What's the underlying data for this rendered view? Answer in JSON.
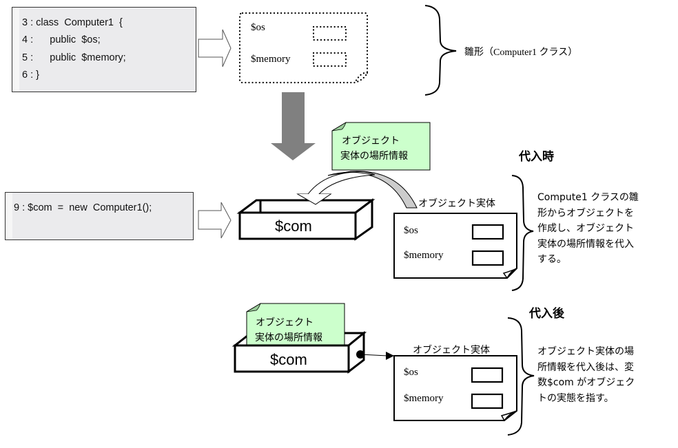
{
  "code_block_class": {
    "lines": [
      "3 : class  Computer1  {",
      "4 :      public  $os;",
      "5 :      public  $memory;",
      "6 : }"
    ]
  },
  "code_block_new": {
    "lines": [
      "9 : $com  =  new  Computer1();"
    ]
  },
  "template": {
    "fields": [
      "$os",
      "$memory"
    ],
    "brace_label": "雛形（Computer1 クラス）"
  },
  "location_note": {
    "line1": "オブジェクト",
    "line2": "実体の場所情報"
  },
  "variable_box_label": "$com",
  "object_entity": {
    "title": "オブジェクト実体",
    "fields": [
      "$os",
      "$memory"
    ]
  },
  "section_assign": {
    "heading": "代入時",
    "description": [
      "Compute1 クラスの雛",
      "形からオブジェクトを",
      "作成し、オブジェクト",
      "実体の場所情報を代入",
      "する。"
    ]
  },
  "section_after": {
    "heading": "代入後",
    "description": [
      "オブジェクト実体の場",
      "所情報を代入後は、変",
      "数$com がオブジェク",
      "トの実態を指す。"
    ]
  },
  "colors": {
    "code_bg": "#ebebed",
    "note_fill": "#ccffcc",
    "arrow_gray": "#808080",
    "curve_gray": "#cccccc"
  }
}
